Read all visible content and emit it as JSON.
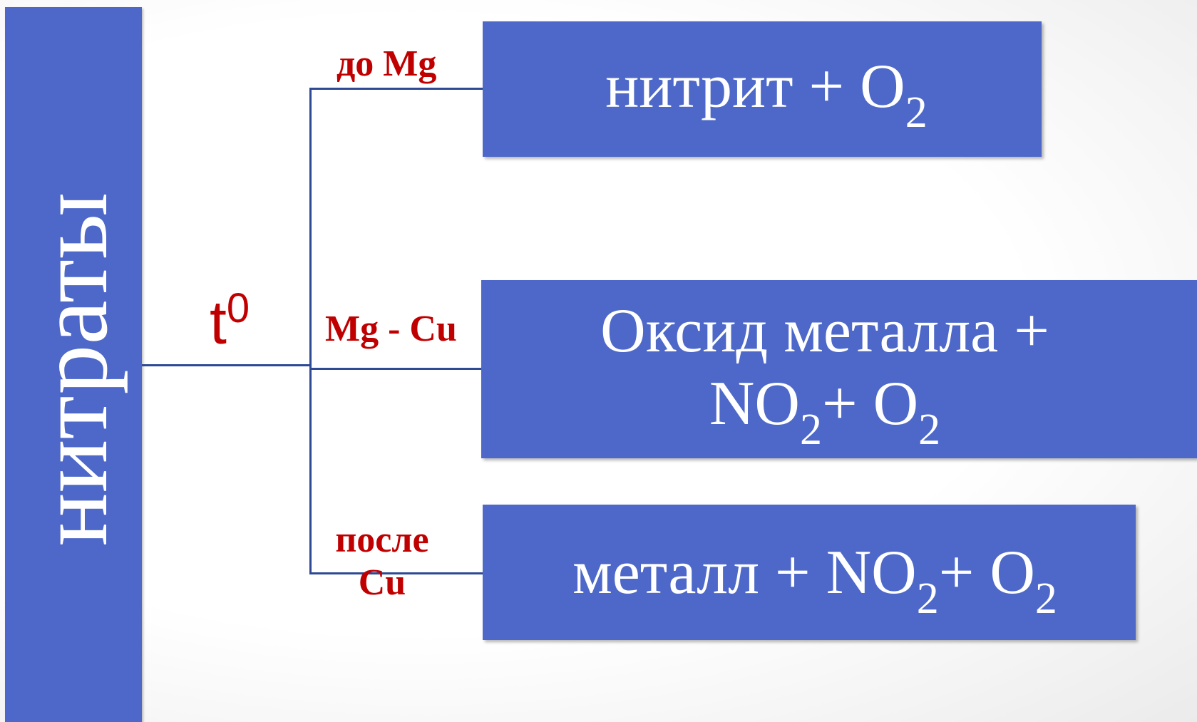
{
  "left_label": "нитраты",
  "temperature": {
    "symbol": "t",
    "superscript": "0"
  },
  "branches": [
    {
      "condition": [
        "до Mg"
      ],
      "product": [
        [
          "нитрит + O",
          "2"
        ]
      ]
    },
    {
      "condition": [
        "Mg - Cu"
      ],
      "product": [
        [
          "Оксид металла +"
        ],
        [
          "NO",
          "2",
          "+ O",
          "2"
        ]
      ]
    },
    {
      "condition": [
        "после",
        "Cu"
      ],
      "product": [
        [
          "металл + NO",
          "2",
          "+ O",
          "2"
        ]
      ]
    }
  ],
  "colors": {
    "box": "#4d68c8",
    "line": "#2e4a94",
    "accent": "#c00000",
    "text": "#ffffff"
  }
}
